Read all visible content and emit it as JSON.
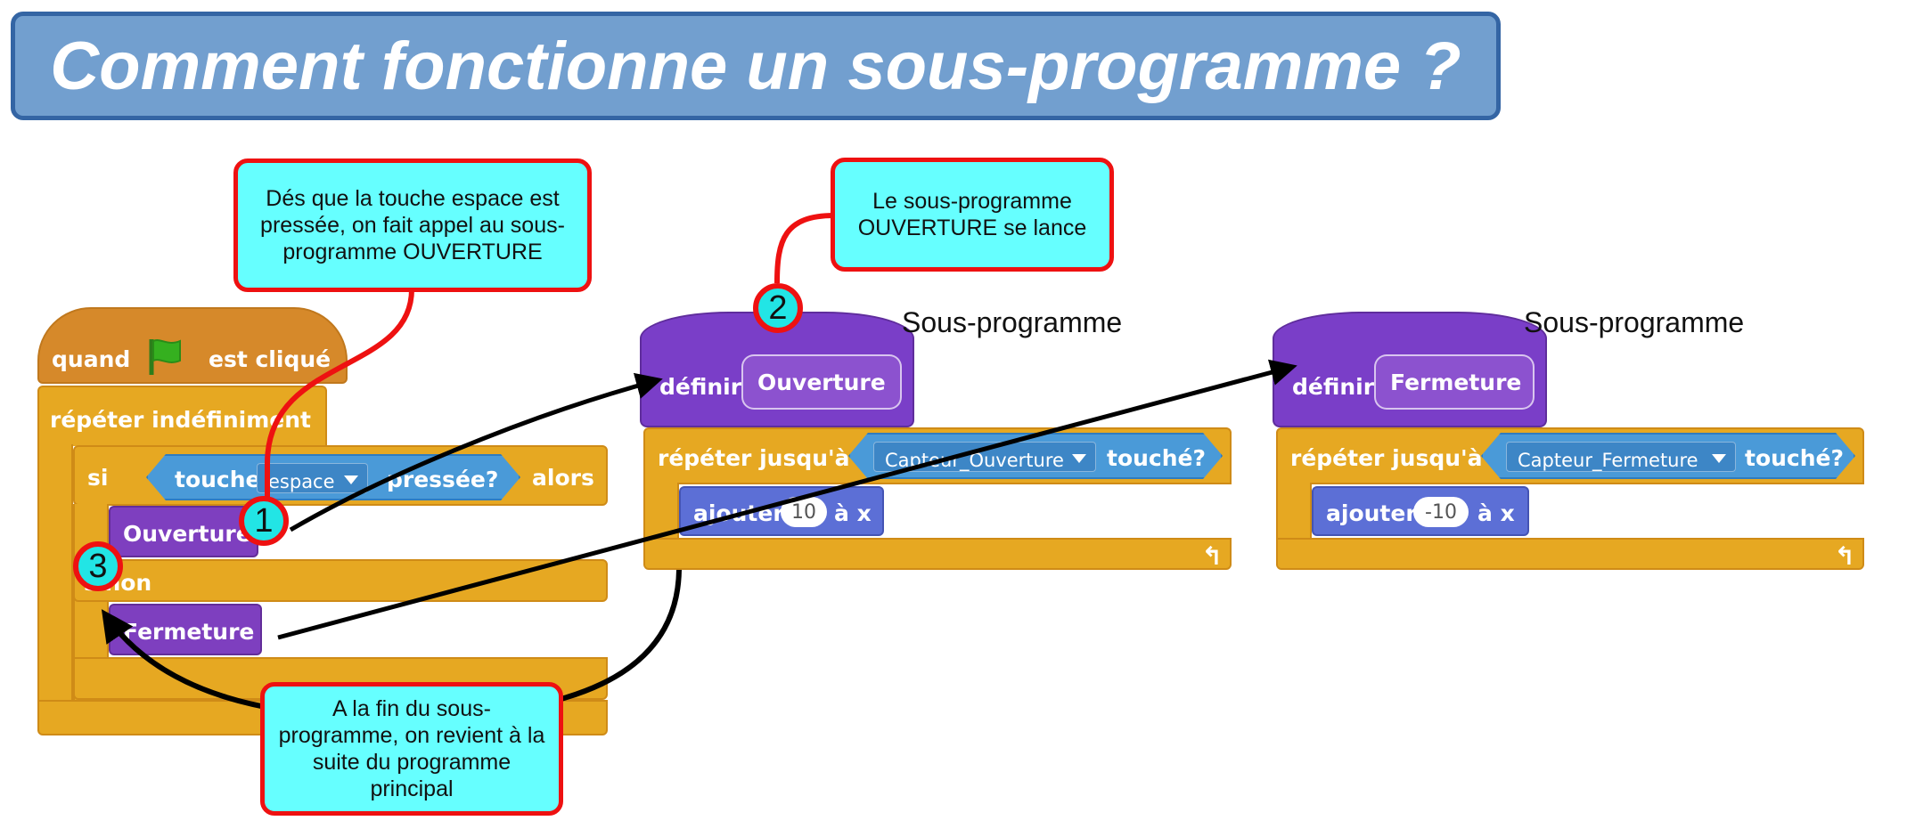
{
  "title": "Comment fonctionne un sous-programme ?",
  "main_script": {
    "hat_when": "quand",
    "hat_clicked": "est cliqué",
    "forever": "répéter indéfiniment",
    "if_label": "si",
    "key_label": "touche",
    "key_value": "espace",
    "key_pressed": "pressée?",
    "then_label": "alors",
    "call_open": "Ouverture",
    "else_label": "sinon",
    "call_close": "Fermeture"
  },
  "define_open": {
    "section_label": "Sous-programme",
    "define_label": "définir",
    "name": "Ouverture",
    "repeat_until": "répéter jusqu'à",
    "sensor_value": "Capteur_Ouverture",
    "touched": "touché?",
    "change_label": "ajouter",
    "change_value": "10",
    "to_var": "à x"
  },
  "define_close": {
    "section_label": "Sous-programme",
    "define_label": "définir",
    "name": "Fermeture",
    "repeat_until": "répéter jusqu'à",
    "sensor_value": "Capteur_Fermeture",
    "touched": "touché?",
    "change_label": "ajouter",
    "change_value": "-10",
    "to_var": "à x"
  },
  "callouts": {
    "step1": "Dés que la touche espace est pressée, on fait appel au sous-programme OUVERTURE",
    "step2": "Le sous-programme OUVERTURE se lance",
    "step3": "A la fin du sous-programme, on revient à la suite du programme principal"
  },
  "badges": {
    "b1": "1",
    "b2": "2",
    "b3": "3"
  },
  "colors": {
    "control": "#e6a822",
    "custom_block": "#7e3fbf",
    "sensing": "#4a9ad8",
    "callout_fill": "#66ffff",
    "callout_border": "#ee1111",
    "title_fill": "#729fcf"
  }
}
